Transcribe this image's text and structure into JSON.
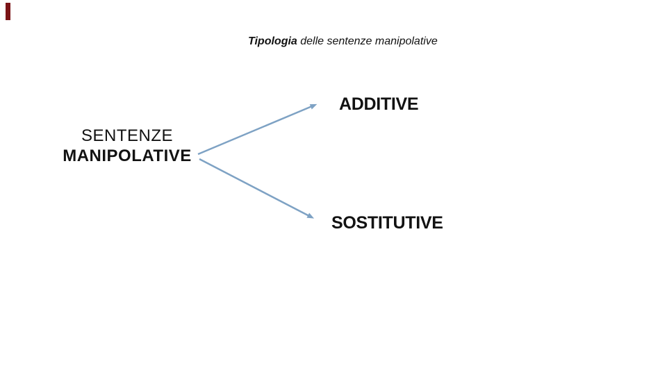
{
  "slide": {
    "title": {
      "emphasis": "Tipologia",
      "rest": " delle sentenze manipolative"
    },
    "root": {
      "line1": "SENTENZE",
      "line2": "MANIPOLATIVE"
    },
    "branches": [
      {
        "label": "ADDITIVE"
      },
      {
        "label": "SOSTITUTIVE"
      }
    ],
    "colors": {
      "background": "#ffffff",
      "text": "#121212",
      "arrow": "#7ea2c4",
      "corner_mark": "#7b1416"
    }
  }
}
